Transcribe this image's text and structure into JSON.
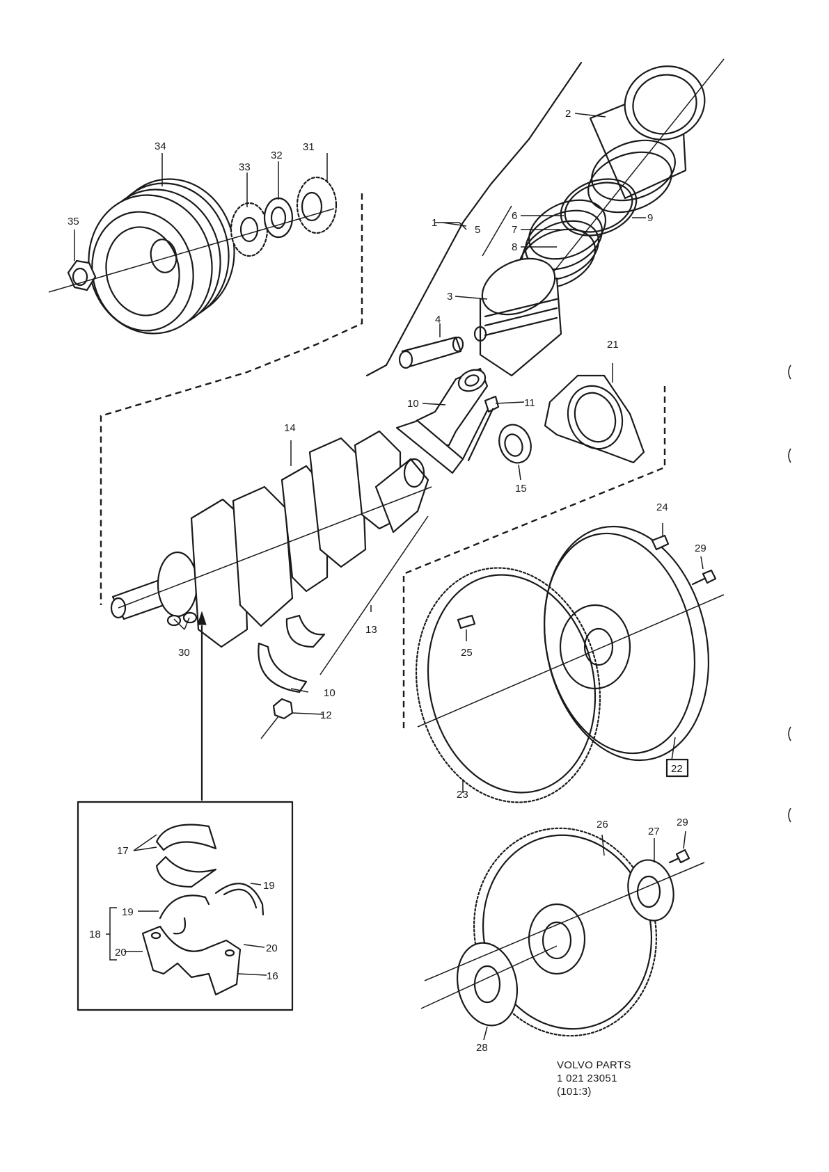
{
  "callouts": {
    "c1": "1",
    "c2": "2",
    "c3": "3",
    "c4": "4",
    "c5": "5",
    "c6": "6",
    "c7": "7",
    "c8": "8",
    "c9": "9",
    "c10a": "10",
    "c10b": "10",
    "c11": "11",
    "c12": "12",
    "c13": "13",
    "c14": "14",
    "c15": "15",
    "c16": "16",
    "c17": "17",
    "c18": "18",
    "c19a": "19",
    "c19b": "19",
    "c20a": "20",
    "c20b": "20",
    "c21": "21",
    "c22": "22",
    "c23": "23",
    "c24": "24",
    "c25": "25",
    "c26": "26",
    "c27": "27",
    "c28": "28",
    "c29a": "29",
    "c29b": "29",
    "c30": "30",
    "c31": "31",
    "c32": "32",
    "c33": "33",
    "c34": "34",
    "c35": "35"
  },
  "reference": {
    "line1": "VOLVO PARTS",
    "line2": "1 021 23051",
    "line3": "(101:3)"
  }
}
